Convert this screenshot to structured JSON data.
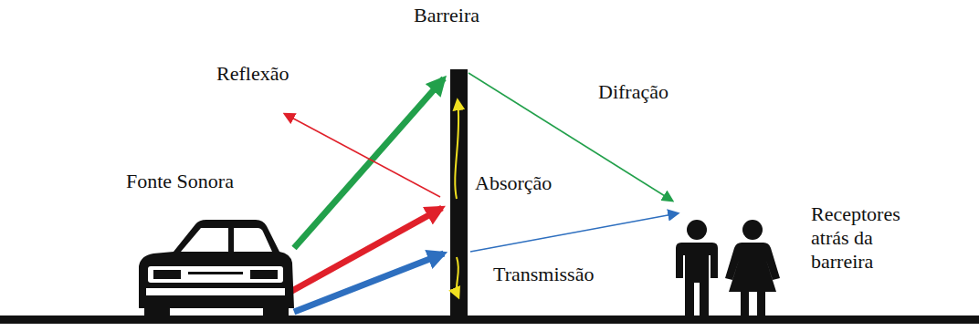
{
  "diagram": {
    "labels": [
      "Barreira",
      "Reflexão",
      "Difração",
      "Fonte Sonora",
      "Absorção",
      "Receptores atrás da barreira",
      "Transmissão"
    ]
  }
}
